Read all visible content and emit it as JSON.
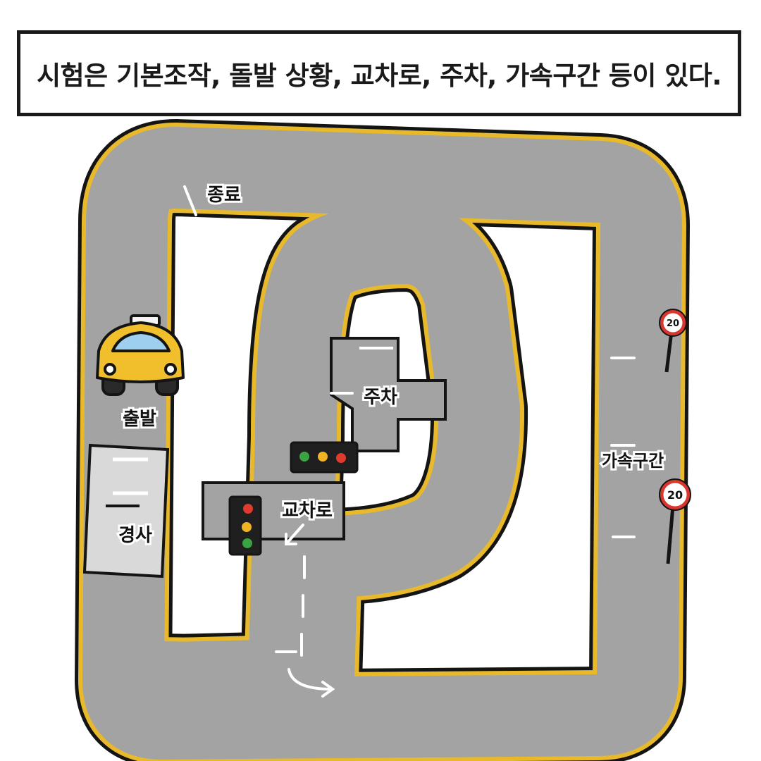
{
  "caption": "시험은 기본조작, 돌발 상황, 교차로, 주차, 가속구간 등이 있다.",
  "labels": {
    "finish": "종료",
    "start": "출발",
    "slope": "경사",
    "intersection": "교차로",
    "parking": "주차",
    "acceleration": "가속구간"
  },
  "speed_signs": [
    "20",
    "20"
  ],
  "colors": {
    "road": "#a3a3a3",
    "edge_line": "#e9b92c",
    "outline": "#141414",
    "slope_zone": "#d9d9d9",
    "car_body": "#f2bf2c",
    "car_window": "#9fcfee",
    "sign_ring": "#d8362e",
    "light_red": "#e03a2f",
    "light_yellow": "#f0b323",
    "light_green": "#3aa443"
  },
  "icons": [
    "taxi-icon",
    "traffic-light-icon",
    "speed-limit-sign-icon",
    "turn-arrow-icon"
  ]
}
